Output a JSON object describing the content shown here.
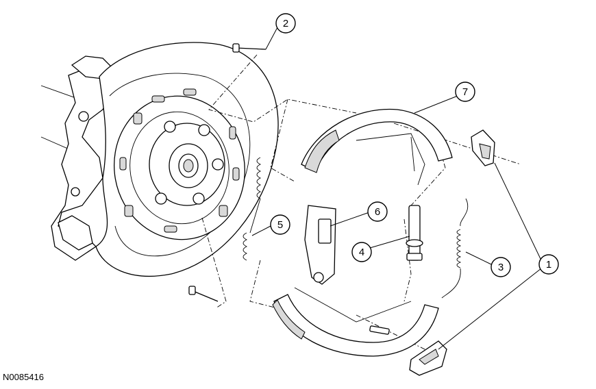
{
  "figure_id": "N0085416",
  "callouts": [
    {
      "id": "callout-1",
      "label": "1"
    },
    {
      "id": "callout-2",
      "label": "2"
    },
    {
      "id": "callout-3",
      "label": "3"
    },
    {
      "id": "callout-4",
      "label": "4"
    },
    {
      "id": "callout-5",
      "label": "5"
    },
    {
      "id": "callout-6",
      "label": "6"
    },
    {
      "id": "callout-7",
      "label": "7"
    }
  ]
}
